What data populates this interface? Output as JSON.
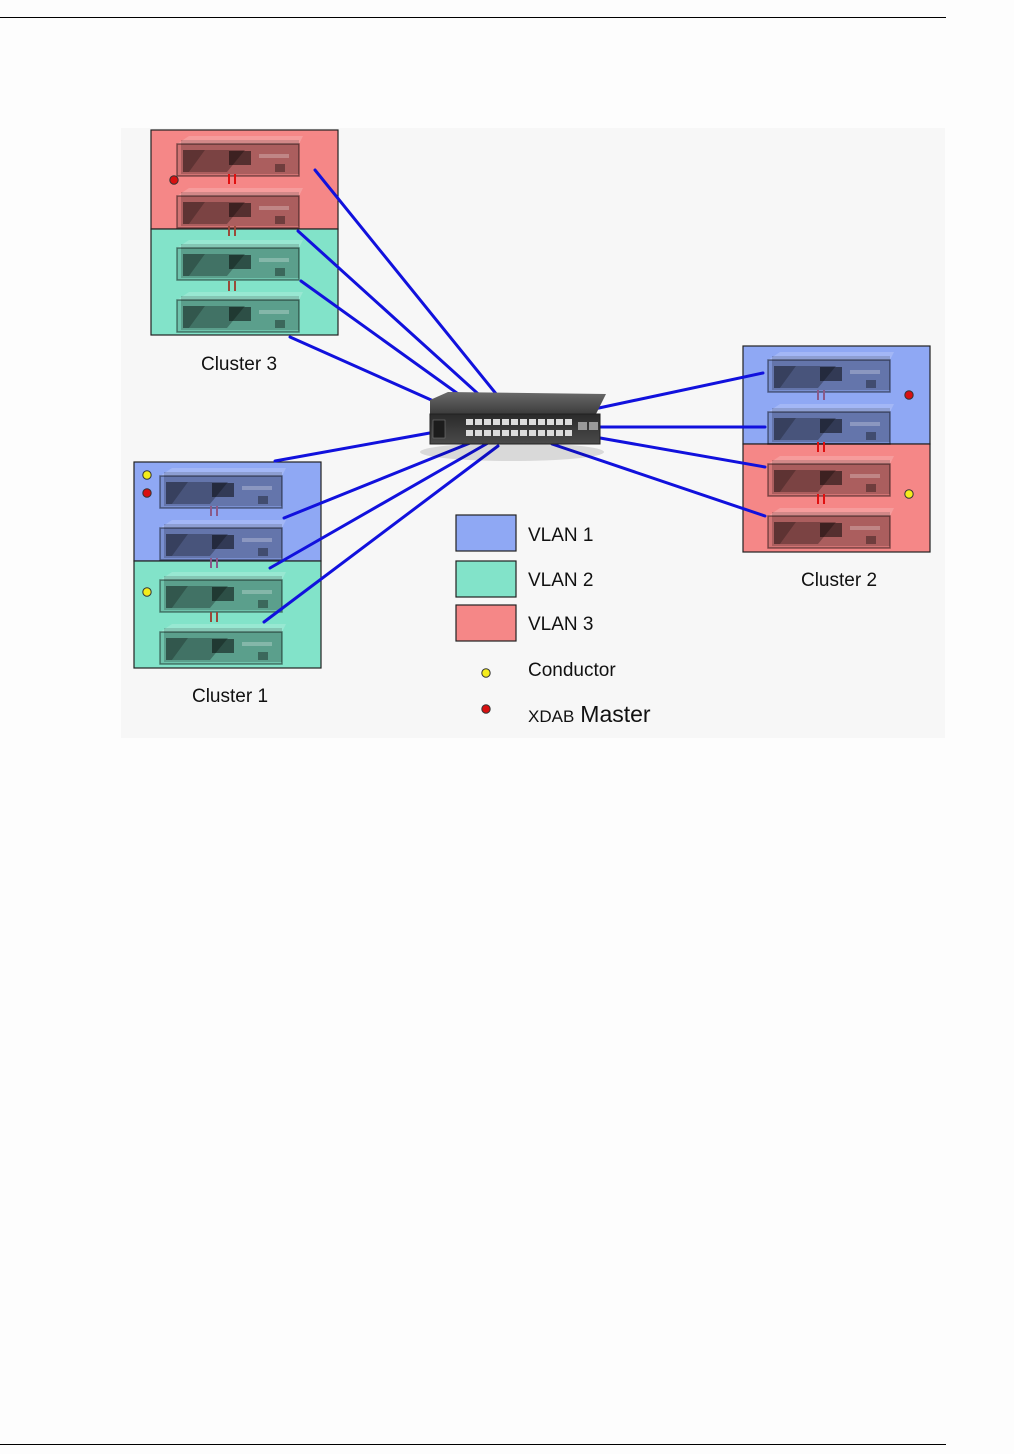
{
  "colors": {
    "vlan1": "#8fa8f4",
    "vlan2": "#82e3c9",
    "vlan3": "#f58787",
    "conductor": "#f4ec1c",
    "xdab_master": "#d81010",
    "link": "#1111dd"
  },
  "clusters": [
    {
      "id": "cluster3",
      "label": "Cluster 3"
    },
    {
      "id": "cluster2",
      "label": "Cluster 2"
    },
    {
      "id": "cluster1",
      "label": "Cluster 1"
    }
  ],
  "legend": {
    "vlan1": "VLAN 1",
    "vlan2": "VLAN 2",
    "vlan3": "VLAN 3",
    "conductor": "Conductor",
    "xdab_prefix": "XDAB",
    "xdab_suffix": "Master"
  },
  "icons": {
    "switch": "network-switch-icon",
    "storage": "storage-array-icon",
    "conductor": "yellow-dot-icon",
    "xdab_master": "red-dot-icon"
  }
}
